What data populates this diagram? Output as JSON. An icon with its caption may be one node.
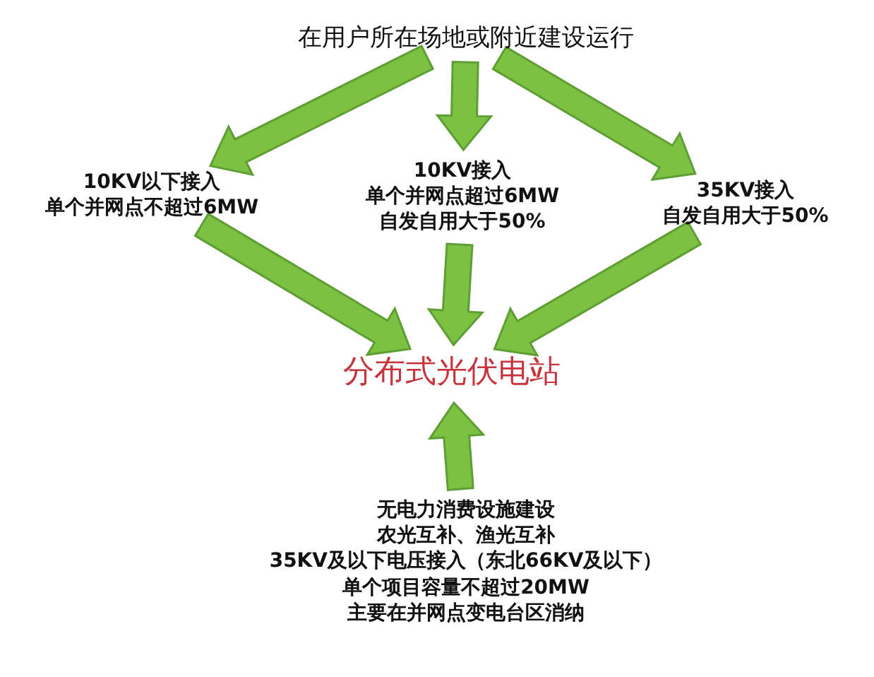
{
  "diagram": {
    "nodes": [
      {
        "text": [
          "在用户所在场地或附近建设运行"
        ]
      },
      {
        "text": [
          "10KV以下接入",
          "单个并网点不超过6MW"
        ]
      },
      {
        "text": [
          "10KV接入",
          "单个并网点超过6MW",
          "自发自用大于50%"
        ]
      },
      {
        "text": [
          "35KV接入",
          "自发自用大于50%"
        ]
      },
      {
        "text": [
          "分布式光伏电站"
        ]
      },
      {
        "text": [
          "无电力消费设施建设",
          "农光互补、渔光互补",
          "35KV及以下电压接入（东北66KV及以下）",
          "单个项目容量不超过20MW",
          "主要在并网点变电台区消纳"
        ]
      }
    ],
    "edges": [
      {
        "from": 0,
        "to": 1,
        "arrow": "to"
      },
      {
        "from": 0,
        "to": 2,
        "arrow": "to"
      },
      {
        "from": 0,
        "to": 3,
        "arrow": "to"
      },
      {
        "from": 1,
        "to": 4,
        "arrow": "to"
      },
      {
        "from": 2,
        "to": 4,
        "arrow": "to"
      },
      {
        "from": 3,
        "to": 4,
        "arrow": "to"
      },
      {
        "from": 5,
        "to": 4,
        "arrow": "to"
      }
    ]
  }
}
